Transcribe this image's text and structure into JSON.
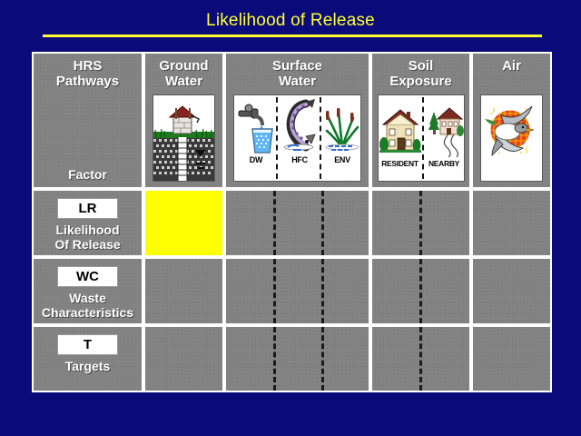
{
  "slide": {
    "title": "Likelihood of Release",
    "background_color": "#0a0a7a",
    "title_color": "#ffff33",
    "cell_color": "#828282",
    "highlight_color": "#ffff00"
  },
  "table": {
    "columns": [
      {
        "id": "hrs",
        "header": "HRS\nPathways",
        "header_line1": "HRS",
        "header_line2": "Pathways"
      },
      {
        "id": "gw",
        "header": "Ground Water",
        "header_line1": "Ground",
        "header_line2": "Water"
      },
      {
        "id": "sw",
        "header": "Surface Water",
        "header_line1": "Surface",
        "header_line2": "Water"
      },
      {
        "id": "soil",
        "header": "Soil Exposure",
        "header_line1": "Soil",
        "header_line2": "Exposure"
      },
      {
        "id": "air",
        "header": "Air",
        "header_line1": "Air",
        "header_line2": ""
      }
    ],
    "factor_label": "Factor",
    "sub_columns": {
      "surface_water": [
        "DW",
        "HFC",
        "ENV"
      ],
      "soil_exposure": [
        "RESIDENT",
        "NEARBY"
      ]
    },
    "rows": [
      {
        "tag": "LR",
        "name_line1": "Likelihood",
        "name_line2": "Of Release",
        "highlighted_column": "gw"
      },
      {
        "tag": "WC",
        "name_line1": "Waste",
        "name_line2": "Characteristics",
        "highlighted_column": null
      },
      {
        "tag": "T",
        "name_line1": "Targets",
        "name_line2": "",
        "highlighted_column": null
      }
    ]
  },
  "icons": {
    "ground_water": "water-well-icon",
    "drinking_water": "faucet-glass-icon",
    "human_food_chain": "fish-icon",
    "environment": "wetland-plants-icon",
    "resident": "house-icon",
    "nearby": "house-with-road-icon",
    "air": "bird-sun-icon"
  }
}
